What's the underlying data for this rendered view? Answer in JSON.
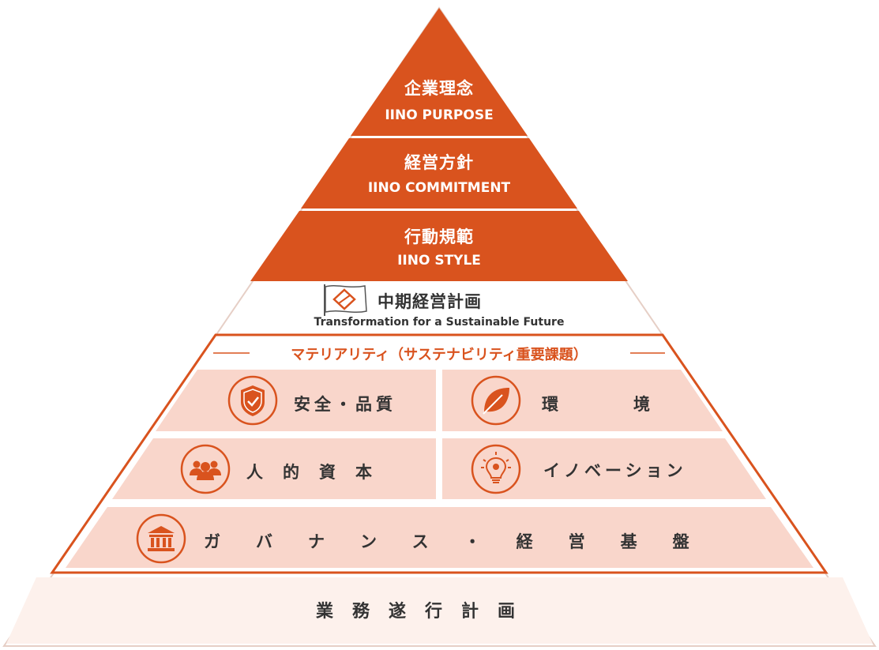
{
  "colors": {
    "orange": "#d9531e",
    "salmon": "#f9d6cb",
    "pale": "#fdf1ec",
    "border": "#e8c9bf",
    "text": "#333333"
  },
  "pyramid": {
    "tier1": {
      "title": "企業理念",
      "subtitle": "IINO PURPOSE"
    },
    "tier2": {
      "title": "経営方針",
      "subtitle": "IINO COMMITMENT"
    },
    "tier3": {
      "title": "行動規範",
      "subtitle": "IINO STYLE"
    },
    "plan": {
      "title": "中期経営計画",
      "subtitle": "Transformation for a Sustainable Future",
      "icon": "company-flag-icon"
    },
    "materiality": {
      "heading": "マテリアリティ（サステナビリティ重要課題）",
      "items": [
        {
          "label": "安全・品質",
          "icon": "shield-check-icon"
        },
        {
          "label": "環境",
          "icon": "leaf-icon"
        },
        {
          "label": "人的資本",
          "icon": "people-group-icon"
        },
        {
          "label": "イノベーション",
          "icon": "lightbulb-icon"
        },
        {
          "label": "ガバナンス・経営基盤",
          "icon": "institution-icon"
        }
      ]
    },
    "base": {
      "title": "業務遂行計画"
    }
  }
}
